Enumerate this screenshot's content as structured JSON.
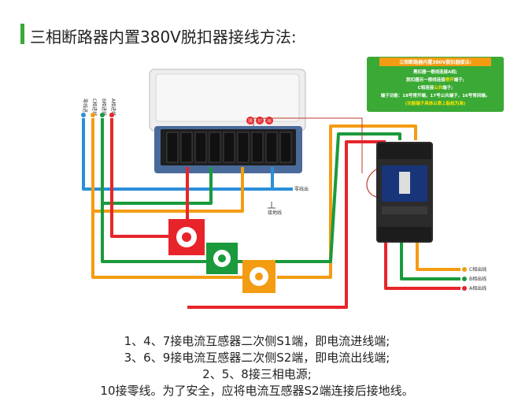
{
  "title": "三相断路器内置380V脱扣器接线方法:",
  "wire_labels": {
    "neutral": "零线进",
    "phase_c": "C相进线",
    "phase_b": "B相进线",
    "phase_a": "A相进线"
  },
  "terminal_labels": [
    "⑱",
    "⑰",
    "⑯"
  ],
  "neutral_out": "零线出",
  "ground": "接地线",
  "output_labels": {
    "c_out": "C相出线",
    "b_out": "B相出线",
    "a_out": "A相出线"
  },
  "legend": {
    "title": "三相断路器内置380V脱扣器接法:",
    "line1": "黑扣器一根线连接A相;",
    "line2_pre": "脱扣器另一根线连接",
    "line2_hl": "常开",
    "line2_post": "端子;",
    "line3_pre": "C相连接",
    "line3_hl": "公共",
    "line3_post": "端子;",
    "line4": "端子功能：18号常开端，17号公共端子，16号常闭端。",
    "line5": "(功能端子具体以表上贴纸为准)"
  },
  "notes": [
    "1、4、7接电流互感器二次侧S1端，即电流进线端;",
    "3、6、9接电流互感器二次侧S2端，即电流出线端;",
    "2、5、8接三相电源;",
    "10接零线。为了安全，应将电流互感器S2端连接后接地线。"
  ],
  "colors": {
    "phase_a": "#e8242b",
    "phase_b": "#1a9a3c",
    "phase_c": "#f39c12",
    "neutral": "#2a8fd8",
    "accent": "#3aa935",
    "breaker": "#2b2b2b"
  }
}
